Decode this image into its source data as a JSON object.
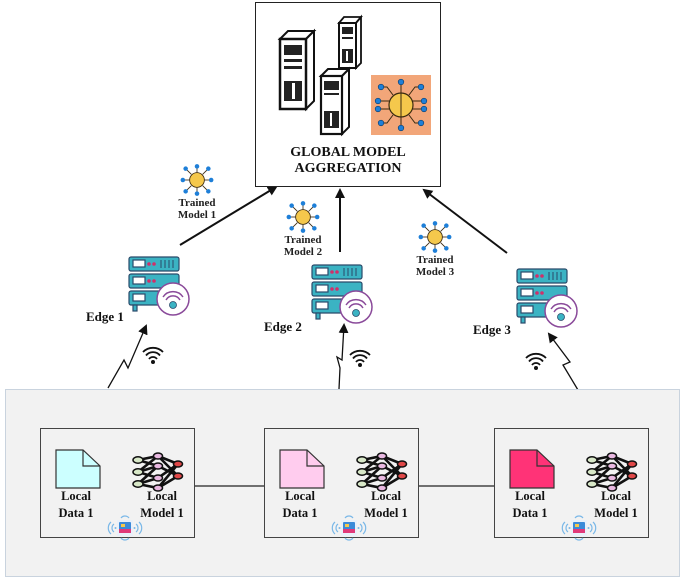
{
  "global": {
    "title_line1": "GLOBAL MODEL",
    "title_line2": "AGGREGATION"
  },
  "trained_models": [
    {
      "line1": "Trained",
      "line2": "Model 1"
    },
    {
      "line1": "Trained",
      "line2": "Model 2"
    },
    {
      "line1": "Trained",
      "line2": "Model 3"
    }
  ],
  "edges": [
    {
      "label": "Edge 1"
    },
    {
      "label": "Edge 2"
    },
    {
      "label": "Edge 3"
    }
  ],
  "clients": [
    {
      "data_line1": "Local",
      "data_line2": "Data 1",
      "model_line1": "Local",
      "model_line2": "Model 1",
      "data_color": "#ccffff"
    },
    {
      "data_line1": "Local",
      "data_line2": "Data 1",
      "model_line1": "Local",
      "model_line2": "Model 1",
      "data_color": "#ffccee"
    },
    {
      "data_line1": "Local",
      "data_line2": "Data 1",
      "model_line1": "Local",
      "model_line2": "Model 1",
      "data_color": "#ff3377"
    }
  ],
  "colors": {
    "server_teal": "#3bb3c3",
    "server_dark": "#2a6f86",
    "wifi_purple": "#8a4a9a",
    "brain_bg": "#f2a679",
    "brain_yellow": "#f5c84c",
    "node_blue": "#1e7fd8"
  }
}
